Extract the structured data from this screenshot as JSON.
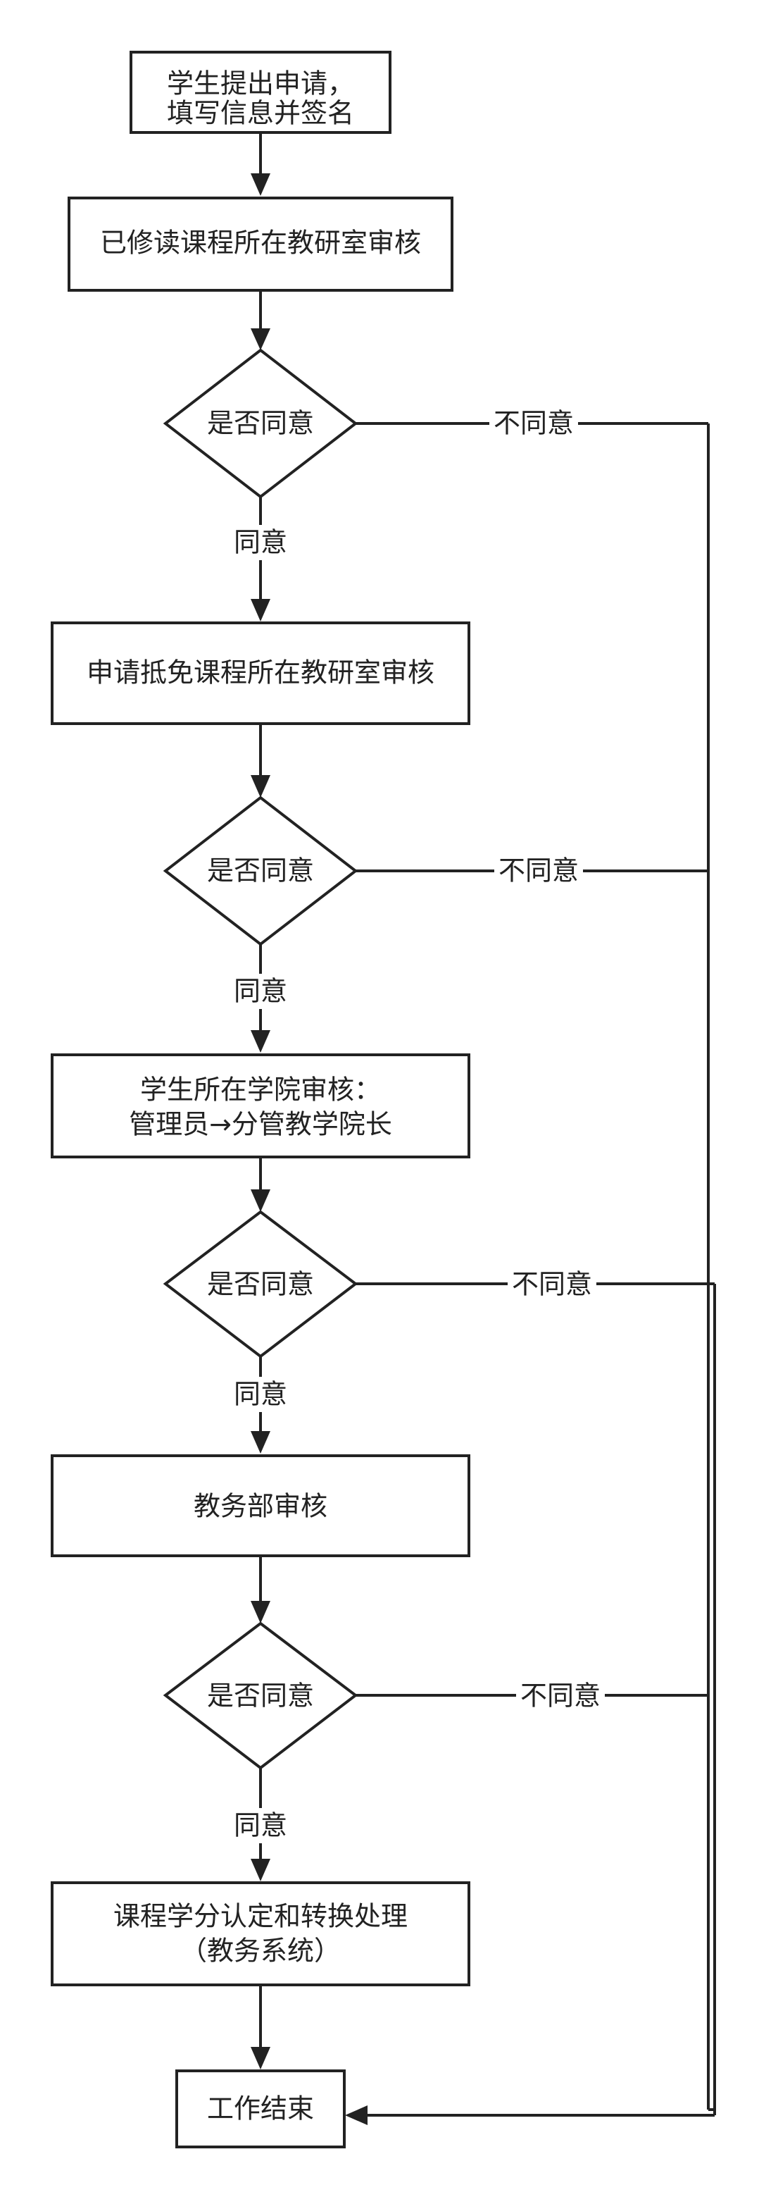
{
  "nodes": {
    "start": {
      "line1": "学生提出申请，",
      "line2": "填写信息并签名"
    },
    "review1": {
      "text": "已修读课程所在教研室审核"
    },
    "decision1": {
      "text": "是否同意"
    },
    "review2": {
      "text": "申请抵免课程所在教研室审核"
    },
    "decision2": {
      "text": "是否同意"
    },
    "review3": {
      "line1": "学生所在学院审核：",
      "line2": "管理员→分管教学院长"
    },
    "decision3": {
      "text": "是否同意"
    },
    "review4": {
      "text": "教务部审核"
    },
    "decision4": {
      "text": "是否同意"
    },
    "process": {
      "line1": "课程学分认定和转换处理",
      "line2": "（教务系统）"
    },
    "end": {
      "text": "工作结束"
    }
  },
  "edges": {
    "agree1": "同意",
    "agree2": "同意",
    "agree3": "同意",
    "agree4": "同意",
    "disagree1": "不同意",
    "disagree2": "不同意",
    "disagree3": "不同意",
    "disagree4": "不同意"
  }
}
